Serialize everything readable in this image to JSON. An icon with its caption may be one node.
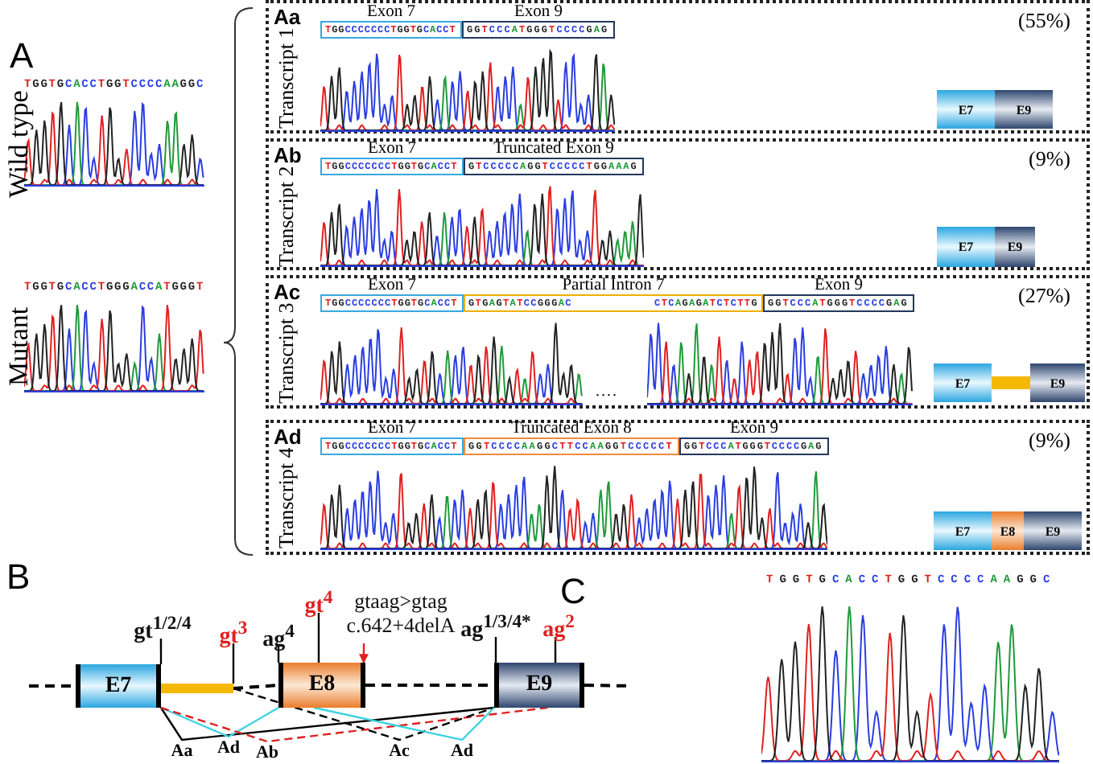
{
  "diagram": {
    "nodes": [
      {
        "text": [
          "Aa",
          "Transcript 1",
          "(55%)"
        ]
      },
      {
        "text": [
          "Exon 7",
          "TGGCCCCCCCTGGTGCACCT"
        ],
        "in": 0
      },
      {
        "text": [
          "Exon 9",
          "GGTCCCATGGGTCCCCGAG"
        ],
        "in": 0
      },
      {
        "text": [
          "E7"
        ],
        "in": 0
      },
      {
        "text": [
          "E9"
        ],
        "in": 0
      },
      {
        "text": [
          "Ab",
          "Transcript 2",
          "(9%)"
        ]
      },
      {
        "text": [
          "Exon 7",
          "TGGCCCCCCCTGGTGCACCT"
        ],
        "in": 5
      },
      {
        "text": [
          "Truncated Exon 9",
          "GTCCCCCAGGTCCCCCTGGAAAG"
        ],
        "in": 5
      },
      {
        "text": [
          "E7"
        ],
        "in": 5
      },
      {
        "text": [
          "E9"
        ],
        "in": 5
      },
      {
        "text": [
          "Ac",
          "Transcript 3",
          "(27%)"
        ]
      },
      {
        "text": [
          "Exon 7",
          "TGGCCCCCCCTGGTGCACCT"
        ],
        "in": 10
      },
      {
        "text": [
          "Partial Intron 7",
          "GTGAGTATCCGGGAC",
          "CTCAGAGATCTCTTG"
        ],
        "in": 10
      },
      {
        "text": [
          "Exon 9",
          "GGTCCCATGGGTCCCCGAG"
        ],
        "in": 10
      },
      {
        "text": [
          "E7"
        ],
        "in": 10
      },
      {
        "text": [],
        "shape": "bar",
        "in": 10
      },
      {
        "text": [
          "E9"
        ],
        "in": 10
      },
      {
        "text": [
          "Ad",
          "Transcript 4",
          "(9%)"
        ]
      },
      {
        "text": [
          "Exon 7",
          "TGGCCCCCCCTGGTGCACCT"
        ],
        "in": 17
      },
      {
        "text": [
          "Truncated Exon 8",
          "GGTCCCCAAGGCTTCCAAGGTCCCCCT"
        ],
        "in": 17
      },
      {
        "text": [
          "Exon 9",
          "GGTCCCATGGGTCCCCGAG"
        ],
        "in": 17
      },
      {
        "text": [
          "E7"
        ],
        "in": 17
      },
      {
        "text": [
          "E8"
        ],
        "in": 17
      },
      {
        "text": [
          "E9"
        ],
        "in": 17
      },
      {
        "text": [
          "E7"
        ]
      },
      {
        "text": [],
        "shape": "bar"
      },
      {
        "text": [
          "E8"
        ]
      },
      {
        "text": [
          "E9"
        ]
      },
      {
        "text": [
          "gt$^{1/2/4}$"
        ]
      },
      {
        "text": [
          "gt$^{3}$"
        ]
      },
      {
        "text": [
          "ag$^{4}$"
        ]
      },
      {
        "text": [
          "gt$^{4}$"
        ]
      },
      {
        "text": [
          "gtaag>gtag",
          "c.642+4delA"
        ]
      },
      {
        "text": [
          "ag$^{1/3/4*}$"
        ]
      },
      {
        "text": [
          "ag$^{2}$"
        ]
      }
    ],
    "edges": [
      {
        "from": 24,
        "to": 27,
        "arrow": "none",
        "label": "Aa"
      },
      {
        "from": 24,
        "to": 26,
        "arrow": "none",
        "label": "Ad",
        "color": "#3fd3e0"
      },
      {
        "from": 24,
        "to": 27,
        "arrow": "none",
        "label": "Ab",
        "style": "dashed",
        "color": "#e02020"
      },
      {
        "from": 25,
        "to": 27,
        "arrow": "none",
        "label": "Ac",
        "style": "dashed"
      },
      {
        "from": 26,
        "to": 27,
        "arrow": "none",
        "label": "Ad",
        "color": "#3fd3e0"
      },
      {
        "from": 28,
        "to": 24,
        "arrow": "none"
      },
      {
        "from": 29,
        "to": 25,
        "arrow": "none"
      },
      {
        "from": 30,
        "to": 26,
        "arrow": "none"
      },
      {
        "from": 31,
        "to": 26,
        "arrow": "none"
      },
      {
        "from": 32,
        "to": 26,
        "arrow": "to",
        "color": "#e02020"
      },
      {
        "from": 33,
        "to": 27,
        "arrow": "none"
      },
      {
        "from": 34,
        "to": 27,
        "arrow": "none"
      },
      {
        "from": null,
        "to": 24,
        "arrow": "none",
        "style": "dashed"
      },
      {
        "from": 25,
        "to": 26,
        "arrow": "none",
        "style": "dashed"
      },
      {
        "from": 26,
        "to": 27,
        "arrow": "none",
        "style": "dashed"
      },
      {
        "from": 27,
        "to": null,
        "arrow": "none",
        "style": "dashed"
      }
    ],
    "labels": [
      "A",
      "Wild type",
      "TGGTGCACCTGGTCCCCAAGGC",
      "Mutant",
      "TGGTGCACCTGGGACCATGGGT",
      "....",
      "B",
      "C",
      "TGGTGCACCTGGTCCCCAAGGC"
    ]
  }
}
